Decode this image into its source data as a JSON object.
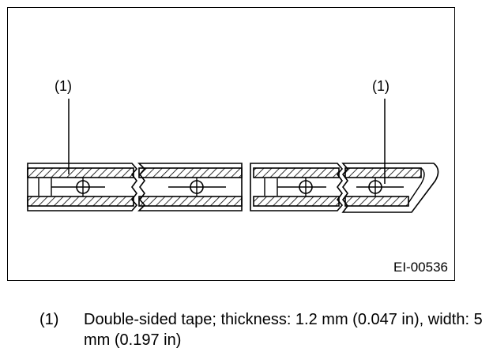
{
  "figure": {
    "callouts": [
      {
        "label": "(1)"
      },
      {
        "label": "(1)"
      }
    ],
    "figure_id": "EI-00536"
  },
  "legend": {
    "items": [
      {
        "number": "(1)",
        "text": "Double-sided tape; thickness: 1.2 mm (0.047 in), width: 5 mm (0.197 in)"
      }
    ]
  }
}
